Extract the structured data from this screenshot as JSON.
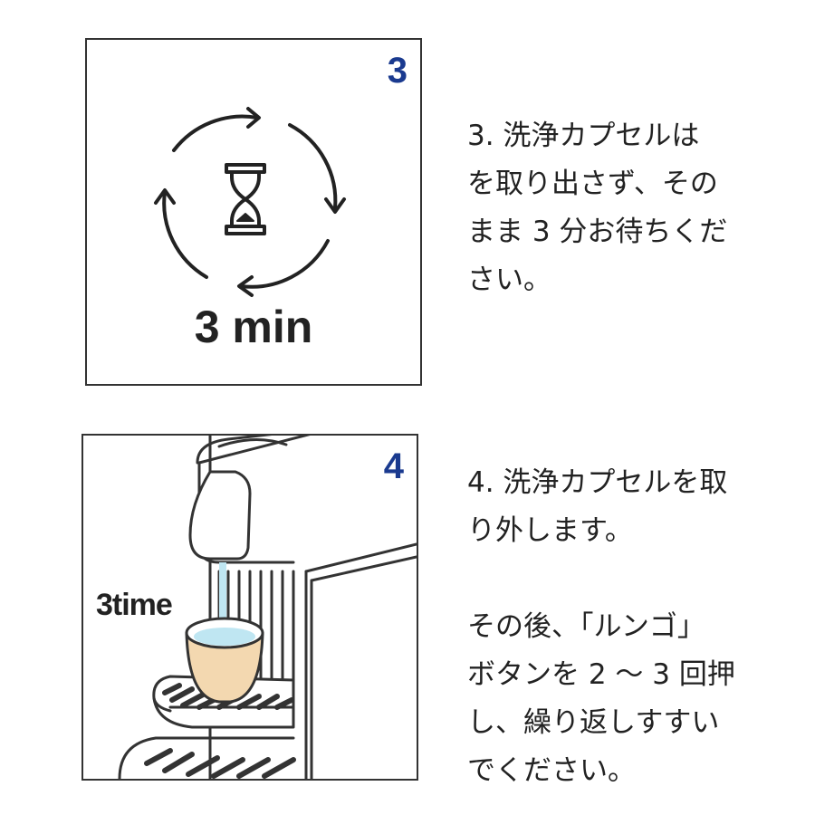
{
  "step3": {
    "number": "3",
    "duration_label": "3 min",
    "lines": [
      "3. 洗浄カプセルは",
      "を取り出さず、その",
      "まま 3 分お待ちくだ",
      "さい。"
    ]
  },
  "step4": {
    "number": "4",
    "repeat_label": "3time",
    "lines_a": [
      "4. 洗浄カプセルを取",
      "り外します。"
    ],
    "lines_b": [
      "その後、「ルンゴ」",
      "ボタンを 2 〜 3 回押",
      "し、繰り返しすすい",
      "でください。"
    ]
  },
  "icons": [
    "hourglass-icon",
    "circular-arrows-icon",
    "coffee-machine-illustration",
    "cup-icon"
  ],
  "colors": {
    "step_number": "#1a3a8f",
    "cup_fill": "#f3d8b0",
    "water": "#bfe6f2",
    "outline": "#333333"
  }
}
